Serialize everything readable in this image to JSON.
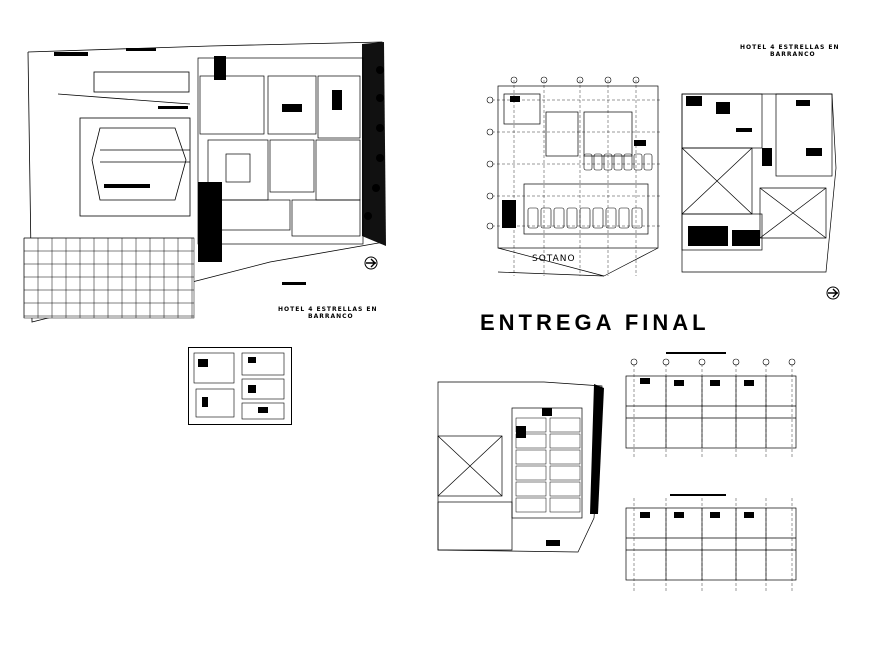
{
  "sheet": {
    "main_title": "ENTREGA FINAL",
    "hotel_label_1": "HOTEL 4 ESTRELLAS EN",
    "hotel_label_1b": "BARRANCO",
    "hotel_label_2": "HOTEL 4 ESTRELLAS EN",
    "hotel_label_2b": "BARRANCO",
    "basement_label": "SOTANO"
  },
  "colors": {
    "line": "#000000",
    "background": "#ffffff"
  },
  "icons": [
    "north-arrow-icon"
  ]
}
